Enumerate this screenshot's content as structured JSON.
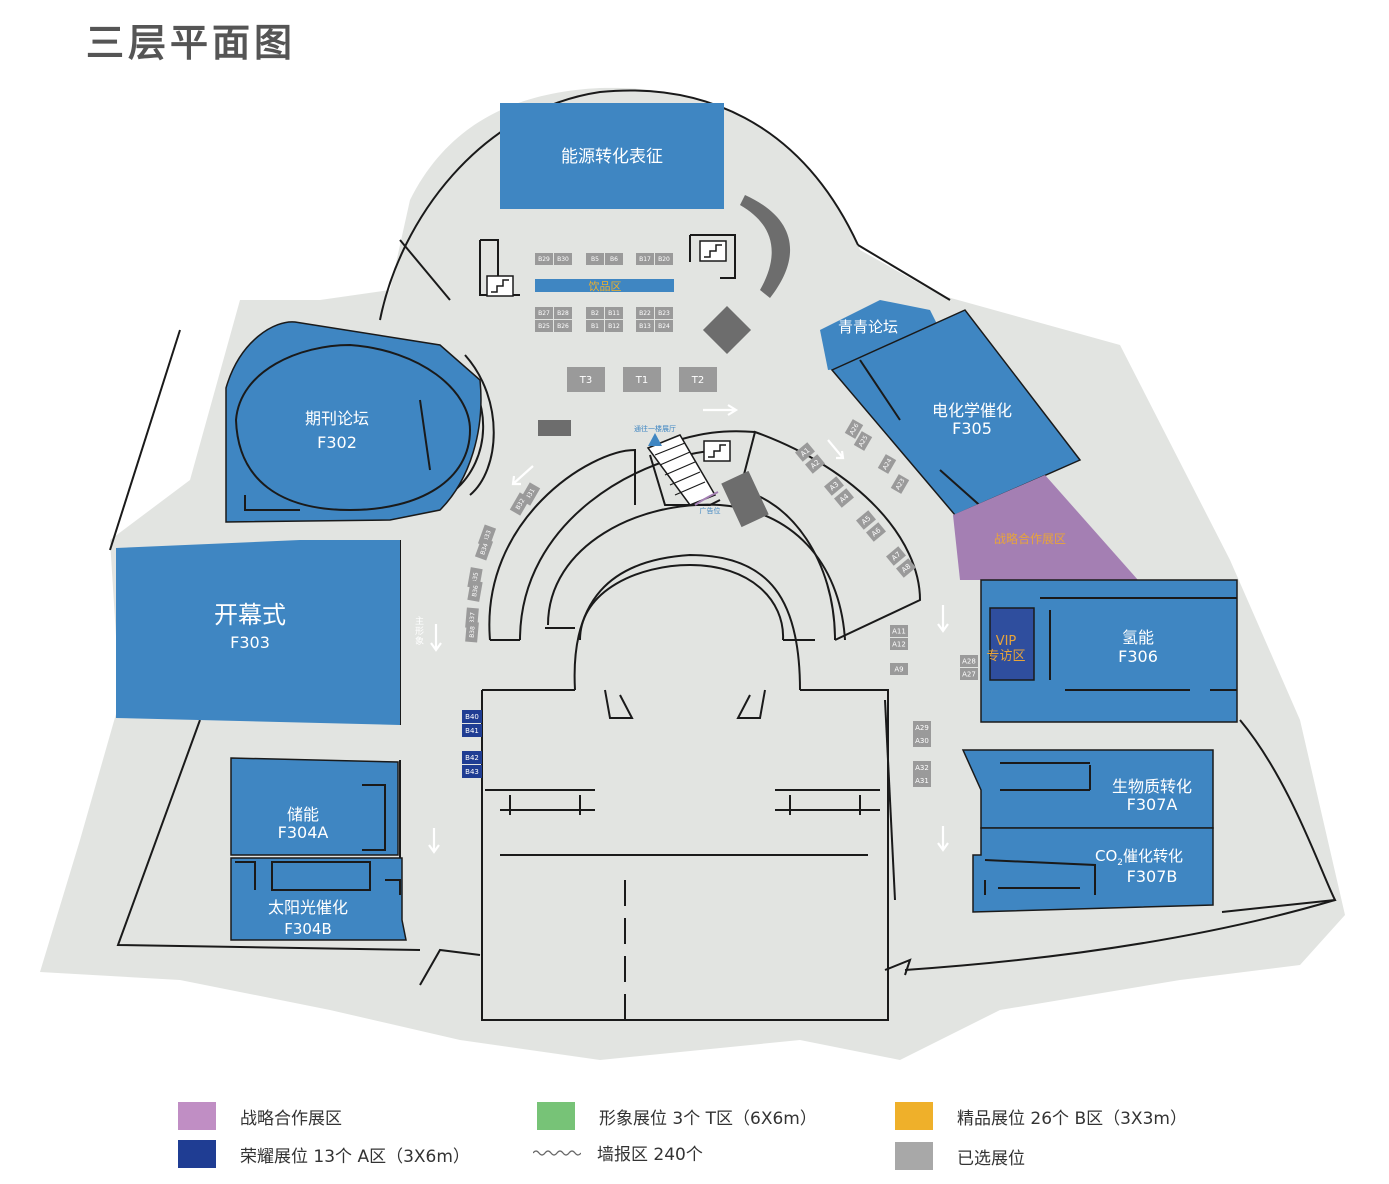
{
  "title": "三层平面图",
  "colors": {
    "background": "#ffffff",
    "floor": "#e2e4e1",
    "hall": "#3f86c2",
    "dark_blue": "#1f3d93",
    "purple": "#a47fb3",
    "orange": "#e8a43a",
    "booth_gray": "#9a9a9a",
    "wall": "#1a1a1a",
    "label_white": "#ffffff",
    "arrow": "#ffffff"
  },
  "halls": {
    "energy": "能源转化表征",
    "journal": "期刊论坛",
    "journal_code": "F302",
    "opening": "开幕式",
    "opening_code": "F303",
    "storage": "储能",
    "storage_code": "F304A",
    "solar": "太阳光催化",
    "solar_code": "F304B",
    "youth": "青青论坛",
    "electro": "电化学催化",
    "electro_code": "F305",
    "strategic": "战略合作展区",
    "hydrogen": "氢能",
    "hydrogen_code": "F306",
    "vip_1": "VIP",
    "vip_2": "专访区",
    "biomass": "生物质转化",
    "biomass_code": "F307A",
    "co2": "CO",
    "co2_sub": "2",
    "co2_rest": "催化转化",
    "co2_code": "F307B",
    "drinks": "饮品区",
    "to_first_floor": "通往一楼展厅",
    "ad": "广告位",
    "main_1": "主",
    "main_2": "形",
    "main_3": "象"
  },
  "booths": {
    "b_top": [
      "B29",
      "B30",
      "B5",
      "B6",
      "B17",
      "B20"
    ],
    "b_mid_row1": [
      "B27",
      "B28",
      "B2",
      "B11",
      "B22",
      "B23"
    ],
    "b_mid_row2": [
      "B25",
      "B26",
      "B1",
      "B12",
      "B13",
      "B24"
    ],
    "t": [
      "T3",
      "T1",
      "T2"
    ],
    "b_left_curve": [
      "B31",
      "B32",
      "B33",
      "B34",
      "B35",
      "B36",
      "B37",
      "B38"
    ],
    "b_dark": [
      "B40",
      "B41",
      "B42",
      "B43"
    ],
    "a_right": [
      "A1",
      "A2",
      "A3",
      "A4",
      "A5",
      "A6",
      "A7",
      "A8"
    ],
    "a_far": [
      "A26",
      "A25",
      "A24",
      "A23"
    ],
    "a_mid": [
      "A11",
      "A12",
      "A9"
    ],
    "a_side": [
      "A28",
      "A27"
    ],
    "a_bottom": [
      "A29",
      "A30",
      "A32",
      "A31"
    ]
  },
  "legend": {
    "strategic": "战略合作展区",
    "image": "形象展位 3个  T区（6X6m）",
    "premium": "精品展位 26个  B区（3X3m）",
    "honor": "荣耀展位 13个  A区（3X6m）",
    "wall": "墙报区     240个",
    "selected": "已选展位",
    "color_strategic": "#c08ec4",
    "color_image": "#77c377",
    "color_premium": "#efb02a",
    "color_honor": "#1f3d93",
    "color_selected": "#a8a8a8"
  }
}
